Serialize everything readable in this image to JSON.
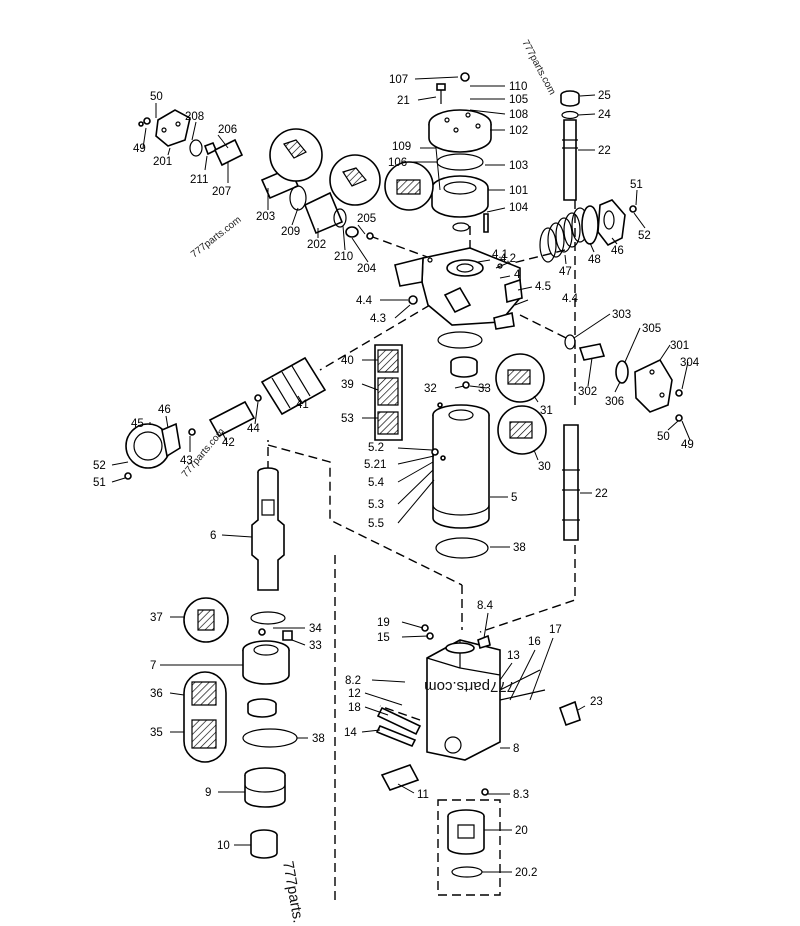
{
  "labels": [
    {
      "id": "l107",
      "text": "107"
    },
    {
      "id": "l110",
      "text": "110"
    },
    {
      "id": "l21",
      "text": "21"
    },
    {
      "id": "l105",
      "text": "105"
    },
    {
      "id": "l108",
      "text": "108"
    },
    {
      "id": "l102",
      "text": "102"
    },
    {
      "id": "l25",
      "text": "25"
    },
    {
      "id": "l24",
      "text": "24"
    },
    {
      "id": "l22a",
      "text": "22"
    },
    {
      "id": "l50a",
      "text": "50"
    },
    {
      "id": "l49a",
      "text": "49"
    },
    {
      "id": "l208",
      "text": "208"
    },
    {
      "id": "l206",
      "text": "206"
    },
    {
      "id": "l201",
      "text": "201"
    },
    {
      "id": "l211",
      "text": "211"
    },
    {
      "id": "l207",
      "text": "207"
    },
    {
      "id": "l109",
      "text": "109"
    },
    {
      "id": "l106",
      "text": "106"
    },
    {
      "id": "l103",
      "text": "103"
    },
    {
      "id": "l101",
      "text": "101"
    },
    {
      "id": "l104",
      "text": "104"
    },
    {
      "id": "l203",
      "text": "203"
    },
    {
      "id": "l209",
      "text": "209"
    },
    {
      "id": "l202",
      "text": "202"
    },
    {
      "id": "l210",
      "text": "210"
    },
    {
      "id": "l205",
      "text": "205"
    },
    {
      "id": "l204",
      "text": "204"
    },
    {
      "id": "l51a",
      "text": "51"
    },
    {
      "id": "l52a",
      "text": "52"
    },
    {
      "id": "l46a",
      "text": "46"
    },
    {
      "id": "l48a",
      "text": "48"
    },
    {
      "id": "l47",
      "text": "47"
    },
    {
      "id": "l41a",
      "text": "4.1"
    },
    {
      "id": "l42a",
      "text": "4.2"
    },
    {
      "id": "l4",
      "text": "4"
    },
    {
      "id": "l45a",
      "text": "4.5"
    },
    {
      "id": "l44a",
      "text": "4.4"
    },
    {
      "id": "l44b",
      "text": "4.4"
    },
    {
      "id": "l43",
      "text": "4.3"
    },
    {
      "id": "l303",
      "text": "303"
    },
    {
      "id": "l305",
      "text": "305"
    },
    {
      "id": "l301",
      "text": "301"
    },
    {
      "id": "l304",
      "text": "304"
    },
    {
      "id": "l302",
      "text": "302"
    },
    {
      "id": "l306",
      "text": "306"
    },
    {
      "id": "l50b",
      "text": "50"
    },
    {
      "id": "l49b",
      "text": "49"
    },
    {
      "id": "l40",
      "text": "40"
    },
    {
      "id": "l39",
      "text": "39"
    },
    {
      "id": "l53",
      "text": "53"
    },
    {
      "id": "l32",
      "text": "32"
    },
    {
      "id": "l33a",
      "text": "33"
    },
    {
      "id": "l31",
      "text": "31"
    },
    {
      "id": "l30",
      "text": "30"
    },
    {
      "id": "l41",
      "text": "41"
    },
    {
      "id": "l45",
      "text": "45"
    },
    {
      "id": "l46b",
      "text": "46"
    },
    {
      "id": "l42",
      "text": "42"
    },
    {
      "id": "l44",
      "text": "44"
    },
    {
      "id": "l43b",
      "text": "43"
    },
    {
      "id": "l52b",
      "text": "52"
    },
    {
      "id": "l51b",
      "text": "51"
    },
    {
      "id": "l52",
      "text": "5.2"
    },
    {
      "id": "l521",
      "text": "5.21"
    },
    {
      "id": "l54",
      "text": "5.4"
    },
    {
      "id": "l53b",
      "text": "5.3"
    },
    {
      "id": "l55",
      "text": "5.5"
    },
    {
      "id": "l5",
      "text": "5"
    },
    {
      "id": "l22b",
      "text": "22"
    },
    {
      "id": "l6",
      "text": "6"
    },
    {
      "id": "l38a",
      "text": "38"
    },
    {
      "id": "l37",
      "text": "37"
    },
    {
      "id": "l34",
      "text": "34"
    },
    {
      "id": "l33b",
      "text": "33"
    },
    {
      "id": "l7",
      "text": "7"
    },
    {
      "id": "l19",
      "text": "19"
    },
    {
      "id": "l15",
      "text": "15"
    },
    {
      "id": "l84",
      "text": "8.4"
    },
    {
      "id": "l17",
      "text": "17"
    },
    {
      "id": "l16",
      "text": "16"
    },
    {
      "id": "l13",
      "text": "13"
    },
    {
      "id": "l82",
      "text": "8.2"
    },
    {
      "id": "l12",
      "text": "12"
    },
    {
      "id": "l18",
      "text": "18"
    },
    {
      "id": "l23",
      "text": "23"
    },
    {
      "id": "l36",
      "text": "36"
    },
    {
      "id": "l35",
      "text": "35"
    },
    {
      "id": "l38b",
      "text": "38"
    },
    {
      "id": "l14",
      "text": "14"
    },
    {
      "id": "l8",
      "text": "8"
    },
    {
      "id": "l9",
      "text": "9"
    },
    {
      "id": "l11",
      "text": "11"
    },
    {
      "id": "l83",
      "text": "8.3"
    },
    {
      "id": "l20",
      "text": "20"
    },
    {
      "id": "l10",
      "text": "10"
    },
    {
      "id": "l202b",
      "text": "20.2"
    }
  ],
  "watermarks": [
    {
      "id": "w1",
      "text": "777parts.com"
    },
    {
      "id": "w2",
      "text": "777parts.com"
    },
    {
      "id": "w3",
      "text": "777parts.com"
    },
    {
      "id": "w4",
      "text": "777parts.com"
    },
    {
      "id": "w5",
      "text": "777parts."
    }
  ]
}
